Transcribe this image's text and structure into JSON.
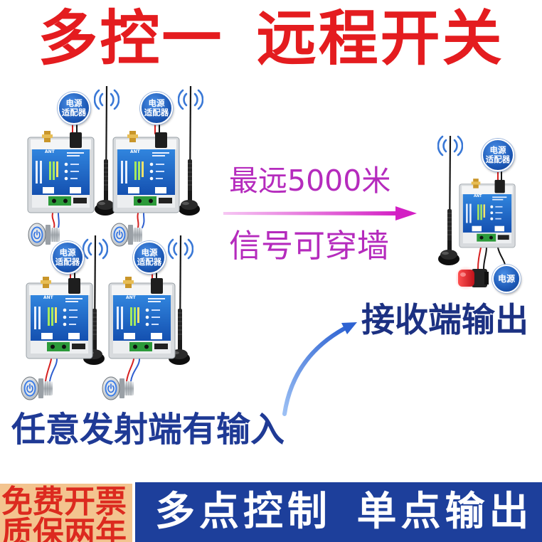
{
  "header": {
    "title": "多控一 远程开关"
  },
  "transmitters": [
    {
      "badge_line1": "电源",
      "badge_line2": "适配器",
      "antenna_port_label": "ANT"
    },
    {
      "badge_line1": "电源",
      "badge_line2": "适配器",
      "antenna_port_label": "ANT"
    },
    {
      "badge_line1": "电源",
      "badge_line2": "适配器",
      "antenna_port_label": "ANT"
    },
    {
      "badge_line1": "电源",
      "badge_line2": "适配器",
      "antenna_port_label": "ANT"
    }
  ],
  "transmission": {
    "range_label": "最远5000米",
    "penetration_label": "信号可穿墙"
  },
  "receiver": {
    "badge_line1": "电源",
    "badge_line2": "适配器",
    "antenna_port_label": "ANT",
    "power_badge": "电源",
    "caption": "接收端输出"
  },
  "input_caption": "任意发射端有输入",
  "footer": {
    "promo_line1": "免费开票",
    "promo_line2": "质保两年",
    "slogan": "多点控制 单点输出"
  },
  "icons": {
    "signal": "wireless-signal-icon",
    "antenna": "antenna-icon",
    "switch": "push-button-switch-icon",
    "lamp": "alarm-light-icon",
    "arrows": "arrow-icon"
  },
  "colors": {
    "title": "#e41c1f",
    "highlight": "#b52bbd",
    "caption": "#1c3182",
    "caption_alt": "#1f3a95",
    "footer_band": "#1d3f9b",
    "footer_promo_bg": "#f3c48f",
    "footer_promo_text": "#dc2a1f",
    "badge": "#1c58b5",
    "signal": "#3a78d6",
    "arrow_pink": "#d320c4",
    "arrow_blue": "#2e63d2"
  }
}
